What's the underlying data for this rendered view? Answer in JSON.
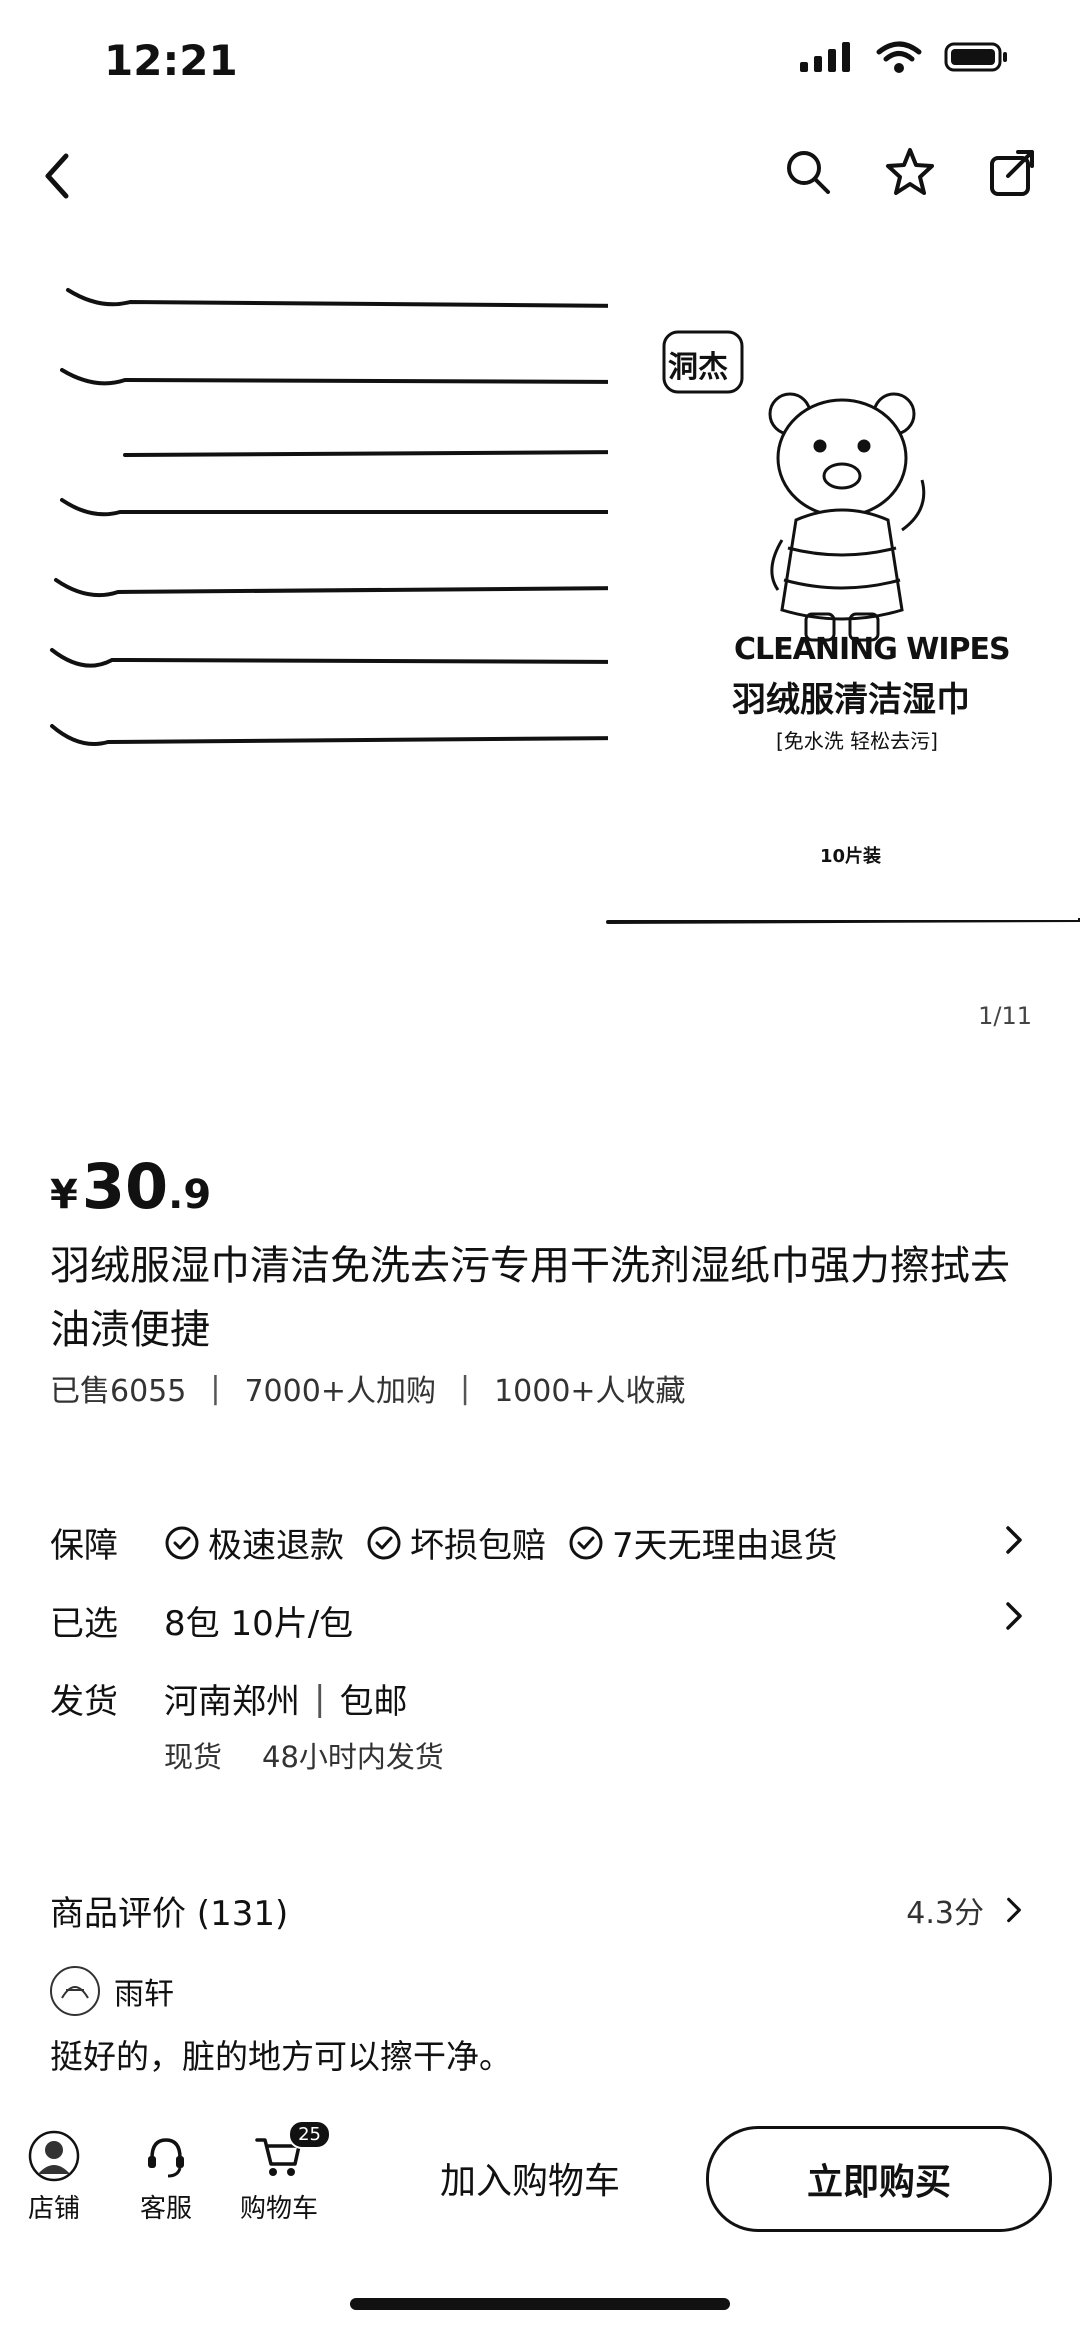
{
  "status_bar": {
    "time": "12:21"
  },
  "gallery": {
    "brand_badge": "洞杰",
    "package_en": "CLEANING WIPES",
    "package_cn": "羽绒服清洁湿巾",
    "package_sub": "[免水洗 轻松去污]",
    "package_count": "10片装",
    "counter": "1/11"
  },
  "product": {
    "price_symbol": "¥",
    "price_int": "30",
    "price_dec": ".9",
    "title": "羽绒服湿巾清洁免洗去污专用干洗剂湿纸巾强力擦拭去油渍便捷",
    "stats": [
      "已售6055",
      "7000+人加购",
      "1000+人收藏"
    ]
  },
  "guarantee": {
    "label": "保障",
    "items": [
      "极速退款",
      "坏损包赔",
      "7天无理由退货"
    ]
  },
  "selected": {
    "label": "已选",
    "value": "8包 10片/包"
  },
  "shipping": {
    "label": "发货",
    "location": "河南郑州",
    "shipping_fee": "包邮",
    "stock": "现货",
    "dispatch": "48小时内发货"
  },
  "reviews": {
    "title": "商品评价 (131)",
    "score": "4.3分",
    "user": "雨轩",
    "text": "挺好的，脏的地方可以擦干净。"
  },
  "bottom_bar": {
    "store": "店铺",
    "service": "客服",
    "cart": "购物车",
    "cart_count": "25",
    "add_to_cart": "加入购物车",
    "buy_now": "立即购买"
  }
}
